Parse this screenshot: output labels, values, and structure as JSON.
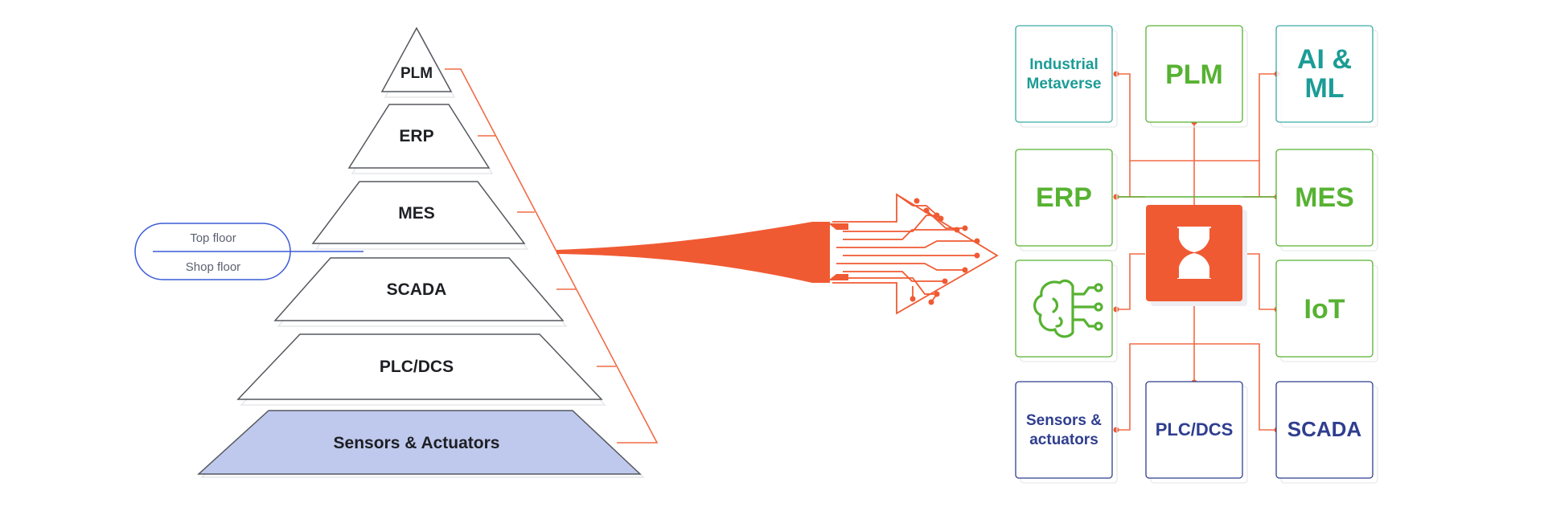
{
  "colors": {
    "accent": "#f05a33",
    "line": "#f26b46",
    "outline": "#55585e",
    "blue": "#3b5bd6",
    "sensor_fill": "#bfc9ed",
    "teal": "#1c9c96",
    "green": "#57b232",
    "navy": "#2f3e8f"
  },
  "pyramid": {
    "tiers": [
      "PLM",
      "ERP",
      "MES",
      "SCADA",
      "PLC/DCS",
      "Sensors & Actuators"
    ]
  },
  "floors": {
    "top": "Top floor",
    "bottom": "Shop floor"
  },
  "hub": {
    "icon": "hub-logo-icon",
    "tiles": {
      "industrial_metaverse": [
        "Industrial",
        "Metaverse"
      ],
      "plm": "PLM",
      "ai_ml": [
        "AI &",
        "ML"
      ],
      "erp": "ERP",
      "mes": "MES",
      "brain_icon": "brain-network-icon",
      "iot": "IoT",
      "sensors": [
        "Sensors &",
        "actuators"
      ],
      "plc_dcs": "PLC/DCS",
      "scada": "SCADA"
    }
  }
}
